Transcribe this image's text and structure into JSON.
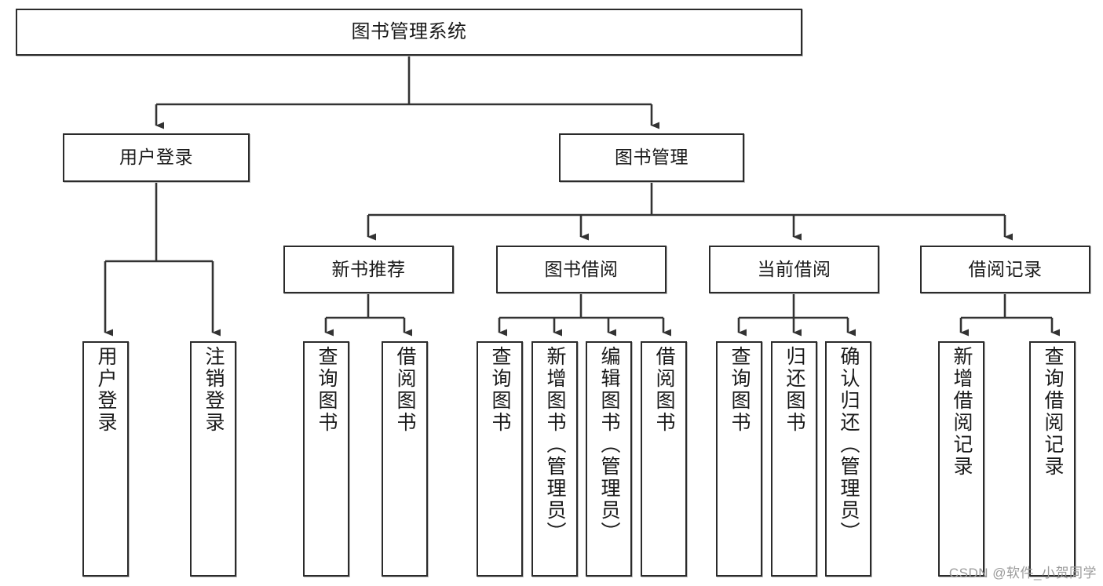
{
  "diagram": {
    "title": "图书管理系统",
    "type": "功能结构图",
    "watermark": "CSDN @软件_小贺同学",
    "colors": {
      "box_border": "#2b2b2b",
      "box_fill": "#ffffff",
      "connector": "#333333",
      "text": "#1a1a1a",
      "watermark": "#9b9b9b",
      "background": "#ffffff"
    },
    "levels": {
      "root": "图书管理系统",
      "level2": [
        "用户登录",
        "图书管理"
      ],
      "level3": [
        "新书推荐",
        "图书借阅",
        "当前借阅",
        "借阅记录"
      ]
    },
    "nodes": {
      "root": {
        "label": "图书管理系统"
      },
      "user_login": {
        "label": "用户登录"
      },
      "book_manage": {
        "label": "图书管理"
      },
      "new_book_rec": {
        "label": "新书推荐"
      },
      "book_borrow": {
        "label": "图书借阅"
      },
      "current_borrow": {
        "label": "当前借阅"
      },
      "borrow_record": {
        "label": "借阅记录"
      },
      "leaf_user_login": {
        "label": "用户登录"
      },
      "leaf_logout": {
        "label": "注销登录"
      },
      "leaf_rec_query": {
        "label": "查询图书"
      },
      "leaf_rec_borrow": {
        "label": "借阅图书"
      },
      "leaf_bb_query": {
        "label": "查询图书"
      },
      "leaf_bb_add": {
        "label": "新增图书（管理员）"
      },
      "leaf_bb_edit": {
        "label": "编辑图书（管理员）"
      },
      "leaf_bb_borrow": {
        "label": "借阅图书"
      },
      "leaf_cb_query": {
        "label": "查询图书"
      },
      "leaf_cb_return": {
        "label": "归还图书"
      },
      "leaf_cb_confirm": {
        "label": "确认归还（管理员）"
      },
      "leaf_br_add": {
        "label": "新增借阅记录"
      },
      "leaf_br_query": {
        "label": "查询借阅记录"
      }
    },
    "tree": [
      {
        "label": "图书管理系统",
        "children": [
          {
            "label": "用户登录",
            "children": [
              {
                "label": "用户登录"
              },
              {
                "label": "注销登录"
              }
            ]
          },
          {
            "label": "图书管理",
            "children": [
              {
                "label": "新书推荐",
                "children": [
                  {
                    "label": "查询图书"
                  },
                  {
                    "label": "借阅图书"
                  }
                ]
              },
              {
                "label": "图书借阅",
                "children": [
                  {
                    "label": "查询图书"
                  },
                  {
                    "label": "新增图书（管理员）"
                  },
                  {
                    "label": "编辑图书（管理员）"
                  },
                  {
                    "label": "借阅图书"
                  }
                ]
              },
              {
                "label": "当前借阅",
                "children": [
                  {
                    "label": "查询图书"
                  },
                  {
                    "label": "归还图书"
                  },
                  {
                    "label": "确认归还（管理员）"
                  }
                ]
              },
              {
                "label": "借阅记录",
                "children": [
                  {
                    "label": "新增借阅记录"
                  },
                  {
                    "label": "查询借阅记录"
                  }
                ]
              }
            ]
          }
        ]
      }
    ]
  }
}
